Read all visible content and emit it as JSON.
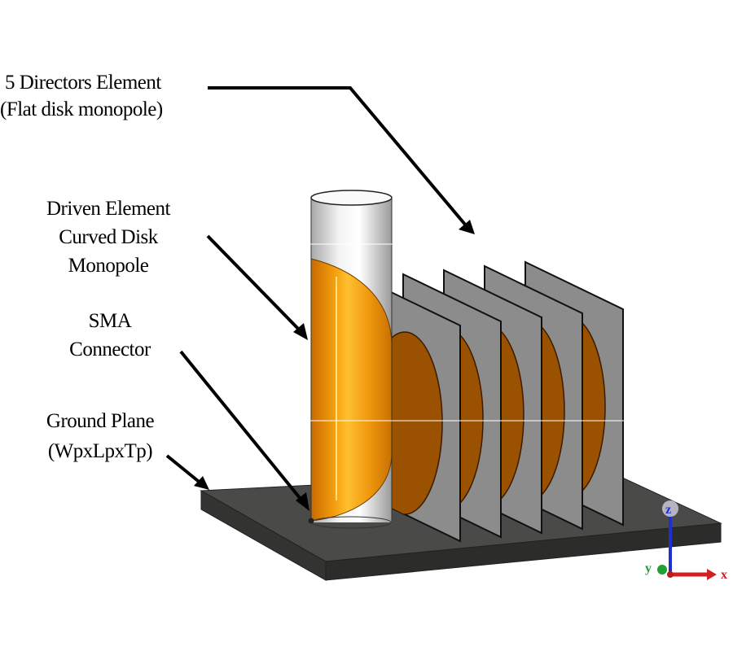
{
  "labels": {
    "directors": {
      "line1": "5 Directors Element",
      "line2": "(Flat disk monopole)"
    },
    "driven": {
      "line1": "Driven Element",
      "line2": "Curved Disk",
      "line3": "Monopole"
    },
    "sma": {
      "line1": "SMA",
      "line2": "Connector"
    },
    "ground": {
      "line1": "Ground Plane",
      "line2": "(WpxLpxTp)"
    }
  },
  "axes": {
    "x": "x",
    "y": "y",
    "z": "z"
  },
  "colors": {
    "copper": "#f29a10",
    "disk": "#9a5200",
    "plate": "#8c8c8c",
    "ground": "#444444",
    "x_axis": "#d02020",
    "y_axis": "#20a030",
    "z_axis": "#2030d0"
  }
}
